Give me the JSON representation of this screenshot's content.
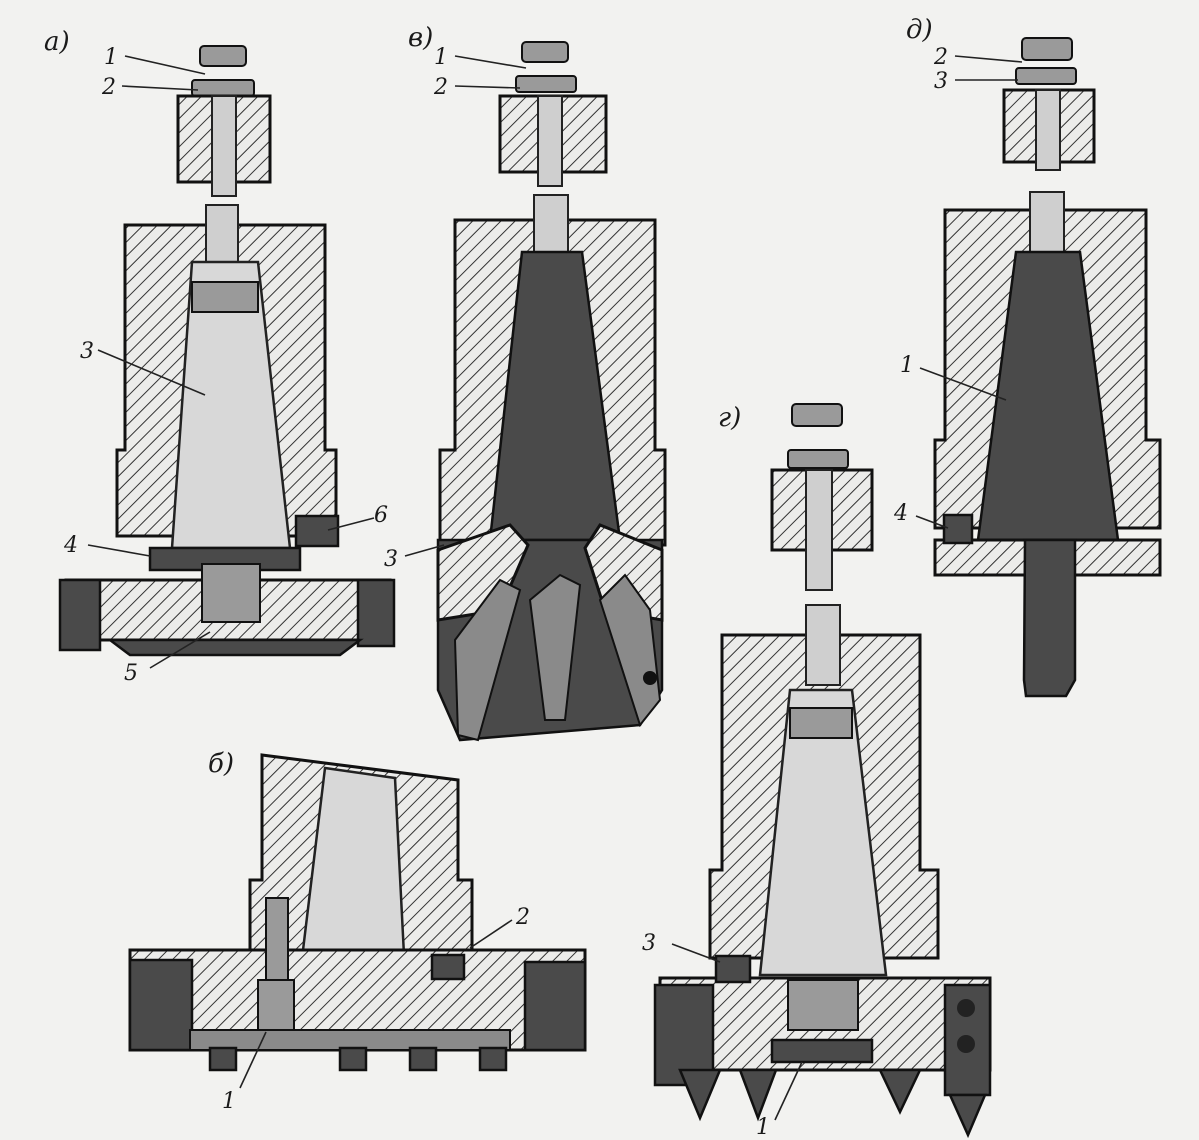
{
  "figure": {
    "panels": [
      {
        "id": "a",
        "label": "а)",
        "callouts": [
          "1",
          "2",
          "3",
          "4",
          "5",
          "6"
        ]
      },
      {
        "id": "b",
        "label": "б)",
        "callouts": [
          "1",
          "2"
        ]
      },
      {
        "id": "v",
        "label": "в)",
        "callouts": [
          "1",
          "2",
          "3"
        ]
      },
      {
        "id": "g",
        "label": "г)",
        "callouts": [
          "1",
          "3"
        ]
      },
      {
        "id": "d",
        "label": "д)",
        "callouts": [
          "1",
          "2",
          "3",
          "4"
        ]
      }
    ]
  }
}
